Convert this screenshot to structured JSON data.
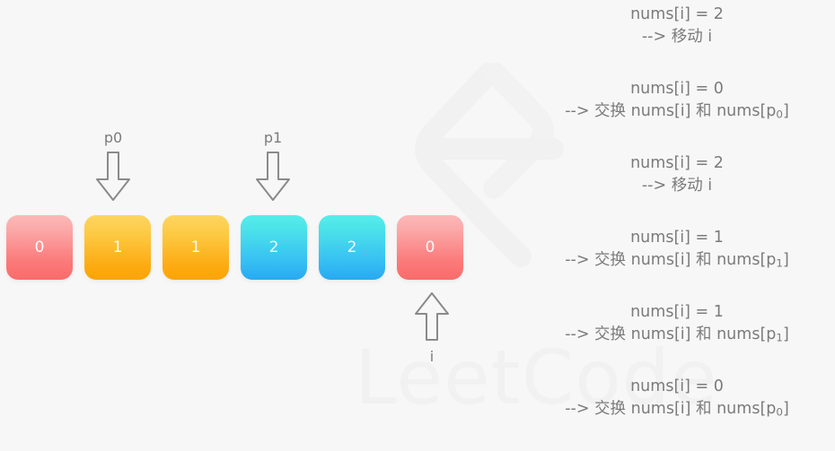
{
  "background_color": "#f7f7f7",
  "text_color": "#7b7b7b",
  "watermark": {
    "text": "LeetCode",
    "logo_name": "leetcode-logo"
  },
  "array": {
    "cells": [
      {
        "value": "0",
        "color_class": "red",
        "color": "#fb7b7b"
      },
      {
        "value": "1",
        "color_class": "orange",
        "color": "#fdab12"
      },
      {
        "value": "1",
        "color_class": "orange",
        "color": "#fdab12"
      },
      {
        "value": "2",
        "color_class": "cyan",
        "color": "#35bdf3"
      },
      {
        "value": "2",
        "color_class": "cyan",
        "color": "#35bdf3"
      },
      {
        "value": "0",
        "color_class": "red",
        "color": "#fb7b7b"
      }
    ]
  },
  "pointers": [
    {
      "id": "p0",
      "label": "p0",
      "direction": "down",
      "target_index": 1
    },
    {
      "id": "p1",
      "label": "p1",
      "direction": "down",
      "target_index": 3
    },
    {
      "id": "i",
      "label": "i",
      "direction": "up",
      "target_index": 5
    }
  ],
  "notes": [
    {
      "condition": "nums[i] = 2",
      "action_prefix": "--> 移动 ",
      "action_var": "i",
      "action_suffix": "",
      "sub": ""
    },
    {
      "condition": "nums[i] = 0",
      "action_prefix": "--> 交换 nums[i] 和 nums[p",
      "action_var": "",
      "action_suffix": "]",
      "sub": "0"
    },
    {
      "condition": "nums[i] = 2",
      "action_prefix": "--> 移动 ",
      "action_var": "i",
      "action_suffix": "",
      "sub": ""
    },
    {
      "condition": "nums[i] = 1",
      "action_prefix": "--> 交换 nums[i] 和 nums[p",
      "action_var": "",
      "action_suffix": "]",
      "sub": "1"
    },
    {
      "condition": "nums[i] = 1",
      "action_prefix": "--> 交换 nums[i] 和 nums[p",
      "action_var": "",
      "action_suffix": "]",
      "sub": "1"
    },
    {
      "condition": "nums[i] = 0",
      "action_prefix": "--> 交换 nums[i] 和 nums[p",
      "action_var": "",
      "action_suffix": "]",
      "sub": "0"
    }
  ]
}
